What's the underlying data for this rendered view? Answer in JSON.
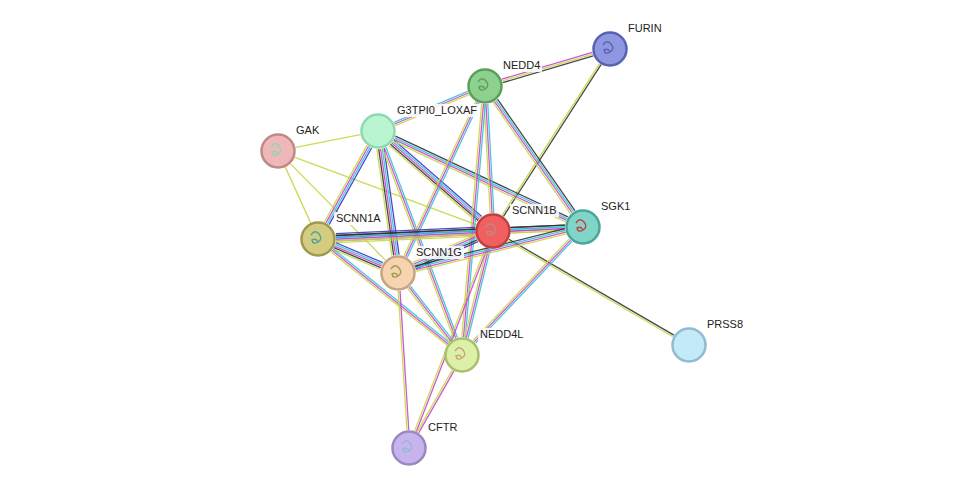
{
  "diagram": {
    "nodes": [
      {
        "text": [
          "FURIN"
        ]
      },
      {
        "text": [
          "NEDD4"
        ]
      },
      {
        "text": [
          "G3TPI0_LOXAF"
        ]
      },
      {
        "text": [
          "GAK"
        ]
      },
      {
        "text": [
          "SCNN1B"
        ]
      },
      {
        "text": [
          "SGK1"
        ]
      },
      {
        "text": [
          "SCNN1A"
        ]
      },
      {
        "text": [
          "SCNN1G"
        ]
      },
      {
        "text": [
          "PRSS8"
        ]
      },
      {
        "text": [
          "NEDD4L"
        ]
      },
      {
        "text": [
          "CFTR"
        ]
      }
    ],
    "edges": [
      {
        "from": 1,
        "to": 0,
        "arrow": "none"
      },
      {
        "from": 0,
        "to": 4,
        "arrow": "none"
      },
      {
        "from": 3,
        "to": 2,
        "arrow": "none"
      },
      {
        "from": 3,
        "to": 6,
        "arrow": "none"
      },
      {
        "from": 3,
        "to": 4,
        "arrow": "none"
      },
      {
        "from": 3,
        "to": 7,
        "arrow": "none"
      },
      {
        "from": 2,
        "to": 1,
        "arrow": "none"
      },
      {
        "from": 2,
        "to": 6,
        "arrow": "none"
      },
      {
        "from": 2,
        "to": 4,
        "arrow": "none"
      },
      {
        "from": 2,
        "to": 7,
        "arrow": "none"
      },
      {
        "from": 2,
        "to": 5,
        "arrow": "none"
      },
      {
        "from": 2,
        "to": 9,
        "arrow": "none"
      },
      {
        "from": 1,
        "to": 4,
        "arrow": "none"
      },
      {
        "from": 1,
        "to": 5,
        "arrow": "none"
      },
      {
        "from": 1,
        "to": 7,
        "arrow": "none"
      },
      {
        "from": 1,
        "to": 9,
        "arrow": "none"
      },
      {
        "from": 6,
        "to": 4,
        "arrow": "none"
      },
      {
        "from": 6,
        "to": 7,
        "arrow": "none"
      },
      {
        "from": 6,
        "to": 9,
        "arrow": "none"
      },
      {
        "from": 6,
        "to": 5,
        "arrow": "none"
      },
      {
        "from": 4,
        "to": 5,
        "arrow": "none"
      },
      {
        "from": 4,
        "to": 7,
        "arrow": "none"
      },
      {
        "from": 4,
        "to": 9,
        "arrow": "none"
      },
      {
        "from": 4,
        "to": 8,
        "arrow": "none"
      },
      {
        "from": 4,
        "to": 10,
        "arrow": "none"
      },
      {
        "from": 7,
        "to": 5,
        "arrow": "none"
      },
      {
        "from": 7,
        "to": 9,
        "arrow": "none"
      },
      {
        "from": 7,
        "to": 10,
        "arrow": "none"
      },
      {
        "from": 5,
        "to": 9,
        "arrow": "none"
      },
      {
        "from": 9,
        "to": 10,
        "arrow": "none"
      }
    ]
  }
}
